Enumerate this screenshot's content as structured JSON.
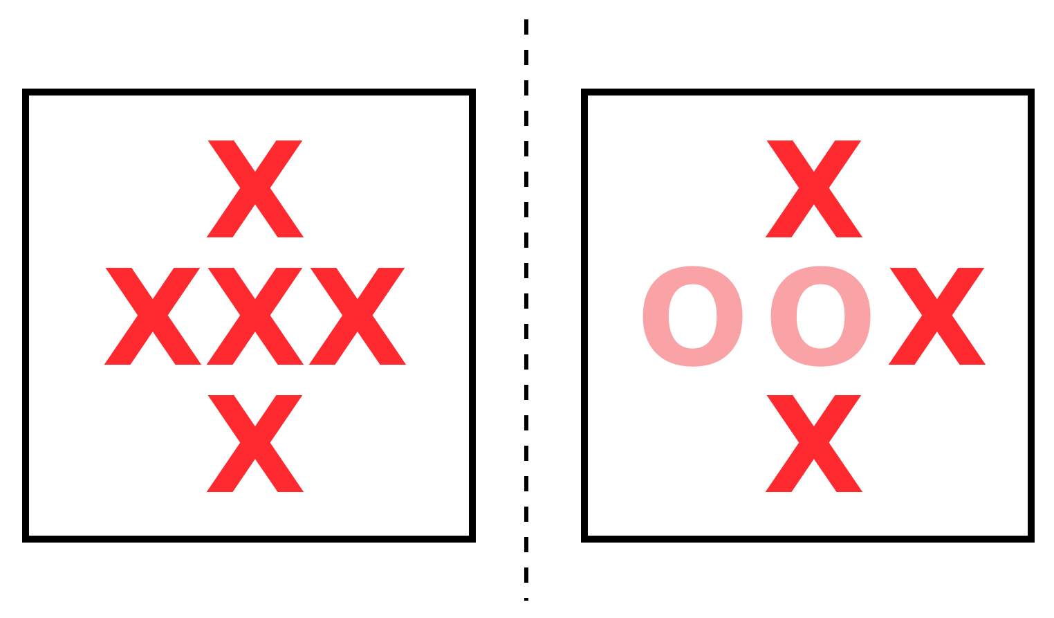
{
  "colors": {
    "x_mark": "#ff2a2f",
    "o_mark": "#f9a3a6",
    "frame": "#000000"
  },
  "left_panel": {
    "top": "X",
    "middle_left": "X",
    "center": "X",
    "middle_right": "X",
    "bottom": "X"
  },
  "right_panel": {
    "top": "X",
    "middle_left": "O",
    "center": "O",
    "middle_right": "X",
    "bottom": "X"
  }
}
